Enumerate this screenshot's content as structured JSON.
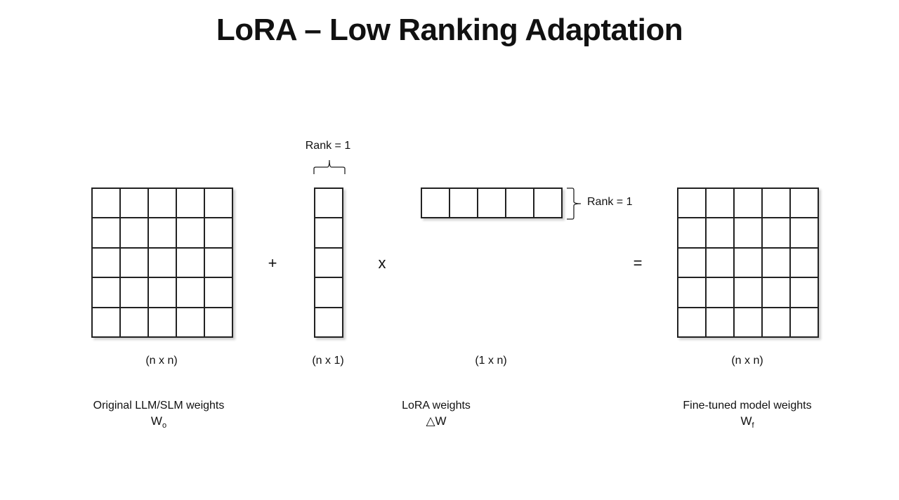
{
  "title": "LoRA – Low Ranking Adaptation",
  "rank_top_label": "Rank = 1",
  "rank_side_label": "Rank = 1",
  "operators": {
    "plus": "+",
    "times": "x",
    "equals": "="
  },
  "dims": {
    "original": "(n x n)",
    "column": "(n x 1)",
    "row": "(1 x n)",
    "finetuned": "(n x n)"
  },
  "captions": {
    "original": {
      "text": "Original LLM/SLM weights",
      "symbol": "W",
      "subscript": "o"
    },
    "lora": {
      "text": "LoRA weights",
      "symbol": "△W"
    },
    "finetuned": {
      "text": "Fine-tuned model weights",
      "symbol": "W",
      "subscript": "f"
    }
  },
  "matrices": {
    "original": {
      "rows": 5,
      "cols": 5
    },
    "column": {
      "rows": 5,
      "cols": 1
    },
    "row": {
      "rows": 1,
      "cols": 5
    },
    "finetuned": {
      "rows": 5,
      "cols": 5
    }
  }
}
